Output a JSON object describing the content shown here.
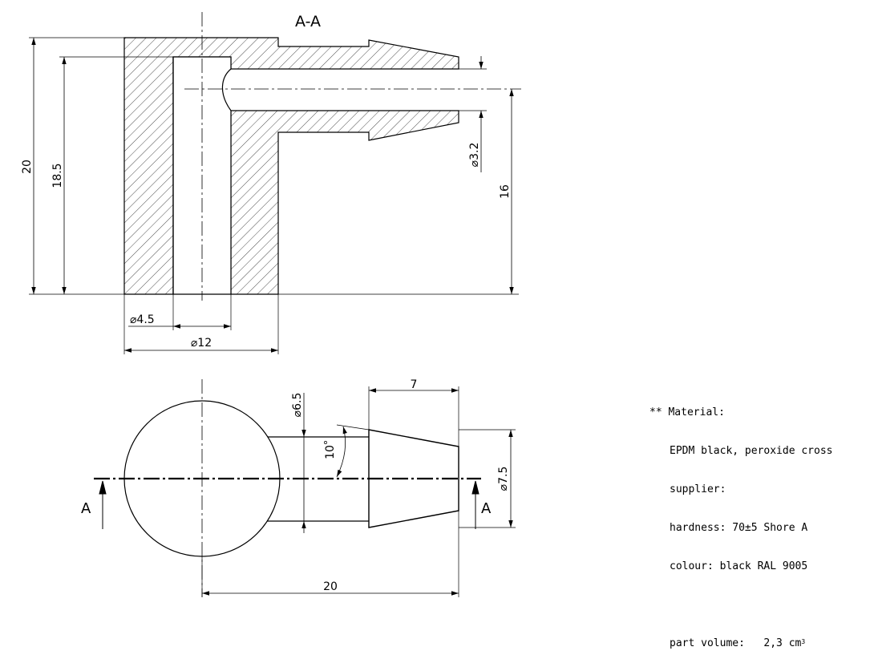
{
  "section": {
    "title": "A-A"
  },
  "dimensions": {
    "top_height": "20",
    "inner_height": "18.5",
    "bore_dia": "⌀4.5",
    "outer_dia": "⌀12",
    "nozzle_bore": "⌀3.2",
    "axis_height": "16",
    "tip_len": "7",
    "stem_dia": "⌀6.5",
    "cone_angle": "10",
    "cone_dia": "⌀7.5",
    "overall_len": "20"
  },
  "section_marks": {
    "left": "A",
    "right": "A"
  },
  "notes": {
    "prefix": "**",
    "material_label": "Material:",
    "material_value": "EPDM black, peroxide cross",
    "supplier_label": "supplier:",
    "hardness": "hardness: 70±5 Shore A",
    "colour": "colour: black RAL 9005",
    "volume_label": "part volume:",
    "volume_value": "2,3 cm",
    "volume_unit_exp": "3"
  }
}
